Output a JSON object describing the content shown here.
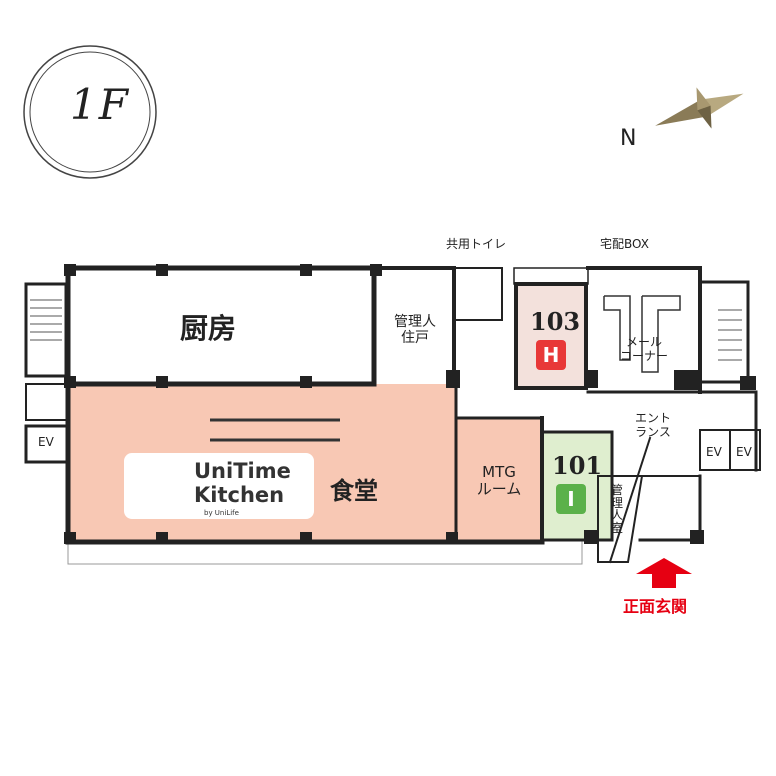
{
  "floor_label": "1F",
  "compass_label": "N",
  "rooms": {
    "kitchen": "厨房",
    "manager_residence": [
      "管理人",
      "住戸"
    ],
    "shared_toilet": "共用トイレ",
    "delivery_box": "宅配BOX",
    "mail_corner": [
      "メール",
      "コーナー"
    ],
    "dining": "食堂",
    "mtg_room": [
      "MTG",
      "ルーム"
    ],
    "entrance": [
      "エント",
      "ランス"
    ],
    "manager_office": [
      "管",
      "理",
      "人",
      "室"
    ],
    "ev_labels": [
      "EV",
      "EV",
      "EV"
    ],
    "front_entrance": "正面玄関"
  },
  "units": [
    {
      "number": "103",
      "tag": "H",
      "tag_color": "#e83838",
      "fill": "#f3e1dc"
    },
    {
      "number": "101",
      "tag": "I",
      "tag_color": "#5bb14a",
      "fill": "#dfeecf"
    }
  ],
  "logo": {
    "line1": "UniTime",
    "line2": "Kitchen",
    "byline": "by UniLife",
    "accent_color": "#f5a000"
  },
  "colors": {
    "dining_fill": "#f8c8b4",
    "wall": "#222222",
    "arrow": "#e60012",
    "compass": "#8a7b57"
  }
}
